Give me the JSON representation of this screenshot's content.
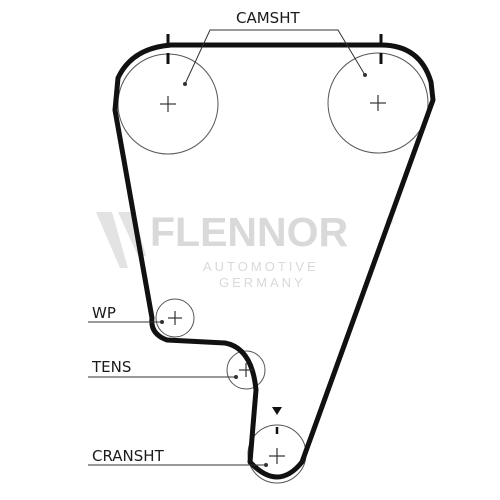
{
  "labels": {
    "camshaft": "CAMSHT",
    "water_pump": "WP",
    "tensioner": "TENS",
    "crankshaft": "CRANSHT"
  },
  "watermark": {
    "brand": "FLENNOR",
    "line1": "AUTOMOTIVE",
    "line2": "GERMANY",
    "mark": "®"
  },
  "colors": {
    "belt": "#111111",
    "watermark": "#d9d9d9"
  }
}
